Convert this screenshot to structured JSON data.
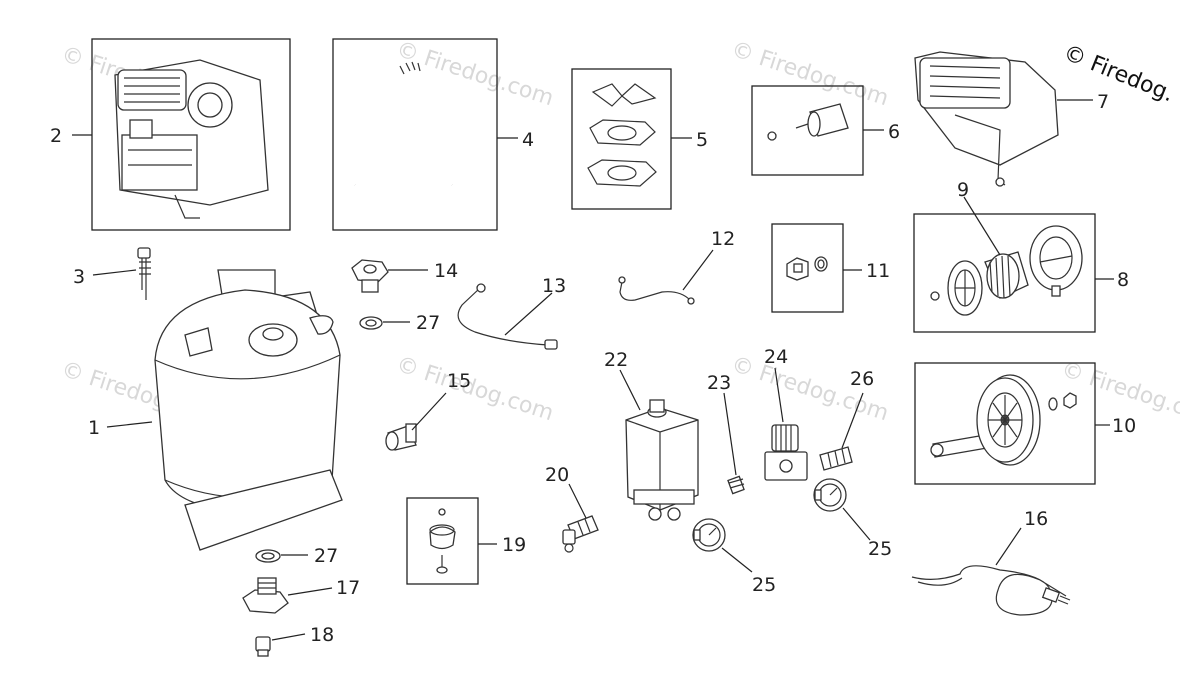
{
  "copyright": "© Firedog.",
  "watermark": "© Firedog.com",
  "callouts": {
    "c1": "1",
    "c2": "2",
    "c3": "3",
    "c4": "4",
    "c5": "5",
    "c6": "6",
    "c7": "7",
    "c8": "8",
    "c9": "9",
    "c10": "10",
    "c11": "11",
    "c12": "12",
    "c13": "13",
    "c14": "14",
    "c15": "15",
    "c16": "16",
    "c17": "17",
    "c18": "18",
    "c19": "19",
    "c20": "20",
    "c22": "22",
    "c23": "23",
    "c24": "24",
    "c25a": "25",
    "c25b": "25",
    "c26": "26",
    "c27a": "27",
    "c27b": "27"
  }
}
